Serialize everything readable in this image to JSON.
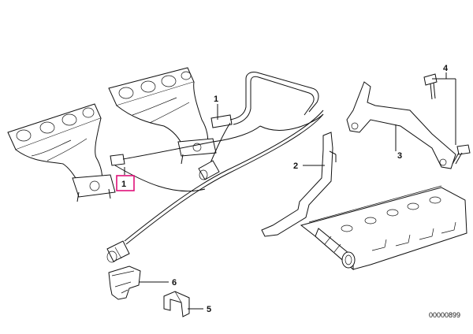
{
  "callouts": [
    {
      "id": "c1",
      "label": "1",
      "highlighted": true
    },
    {
      "id": "c1b",
      "label": "1",
      "highlighted": false
    },
    {
      "id": "c2",
      "label": "2",
      "highlighted": false
    },
    {
      "id": "c3",
      "label": "3",
      "highlighted": false
    },
    {
      "id": "c4",
      "label": "4",
      "highlighted": false
    },
    {
      "id": "c5",
      "label": "5",
      "highlighted": false
    },
    {
      "id": "c6",
      "label": "6",
      "highlighted": false
    }
  ],
  "diagram_ref": "00000899",
  "colors": {
    "line": "#111111",
    "highlight": "#e0107a",
    "background": "#ffffff"
  }
}
